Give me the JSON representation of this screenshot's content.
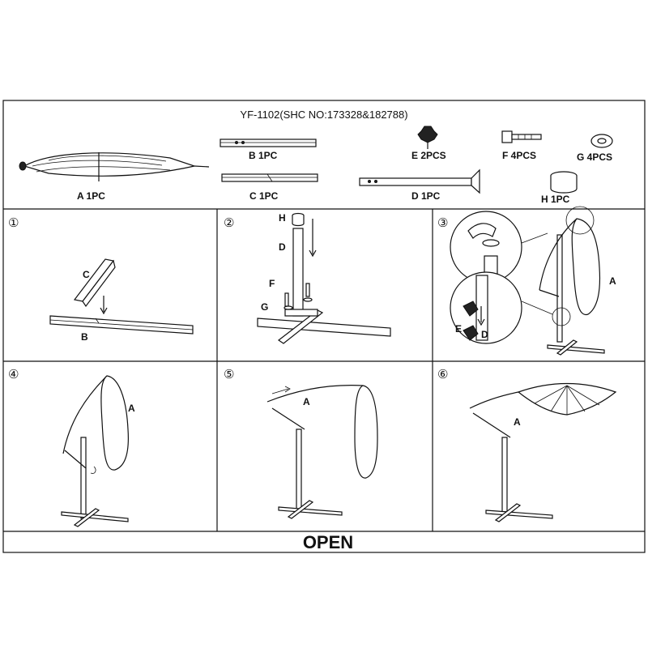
{
  "title": "YF-1102(SHC NO:173328&182788)",
  "parts": {
    "a": "A 1PC",
    "b": "B 1PC",
    "c": "C 1PC",
    "d": "D 1PC",
    "e": "E 2PCS",
    "f": "F 4PCS",
    "g": "G 4PCS",
    "h": "H 1PC"
  },
  "steps": [
    {
      "number": "①",
      "labels": [
        "C",
        "B"
      ]
    },
    {
      "number": "②",
      "labels": [
        "H",
        "D",
        "F",
        "G"
      ]
    },
    {
      "number": "③",
      "labels": [
        "A",
        "E",
        "D"
      ]
    },
    {
      "number": "④",
      "labels": [
        "A"
      ]
    },
    {
      "number": "⑤",
      "labels": [
        "A"
      ]
    },
    {
      "number": "⑥",
      "labels": [
        "A"
      ]
    }
  ],
  "footer": "OPEN"
}
